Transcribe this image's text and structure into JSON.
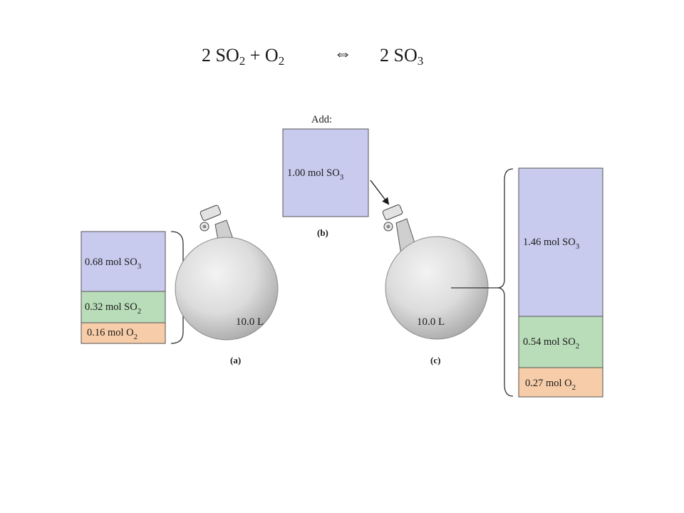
{
  "colors": {
    "so3": "#c9cbee",
    "so2": "#b9dcb9",
    "o2": "#f7cda9",
    "box_stroke": "#555555",
    "flask_light": "#f3f3f3",
    "flask_dark": "#a8a8a8"
  },
  "equation": {
    "coef_so2": "2 SO",
    "sub_so2": "2",
    "plus_o2": " + O",
    "sub_o2": "2",
    "arrow": "⇔",
    "product": "2 SO",
    "sub_so3": "3"
  },
  "panel_a": {
    "caption": "(a)",
    "volume": "10.0 L",
    "so3": {
      "text": "0.68 mol SO",
      "sub": "3"
    },
    "so2": {
      "text": "0.32 mol SO",
      "sub": "2"
    },
    "o2": {
      "text": "0.16 mol O",
      "sub": "2"
    }
  },
  "panel_b": {
    "heading": "Add:",
    "caption": "(b)",
    "so3": {
      "text": "1.00 mol SO",
      "sub": "3"
    }
  },
  "panel_c": {
    "caption": "(c)",
    "volume": "10.0 L",
    "so3": {
      "text": "1.46 mol SO",
      "sub": "3"
    },
    "so2": {
      "text": "0.54 mol SO",
      "sub": "2"
    },
    "o2": {
      "text": "0.27 mol O",
      "sub": "2"
    }
  }
}
